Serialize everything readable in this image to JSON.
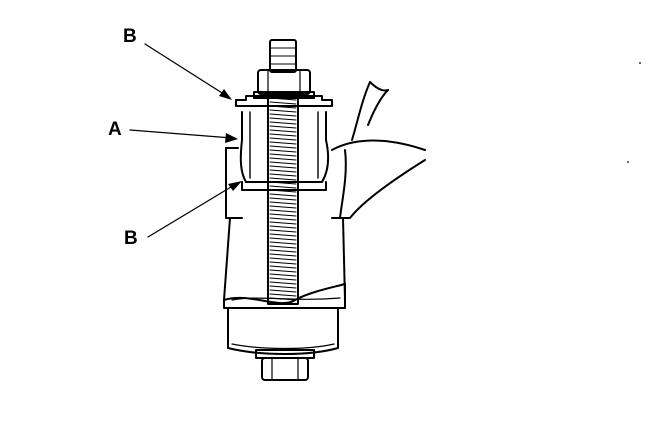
{
  "diagram": {
    "callouts": [
      {
        "id": "b-top",
        "label": "B"
      },
      {
        "id": "a",
        "label": "A"
      },
      {
        "id": "b-bottom",
        "label": "B"
      }
    ],
    "colors": {
      "ink": "#000000",
      "paper": "#ffffff"
    }
  }
}
